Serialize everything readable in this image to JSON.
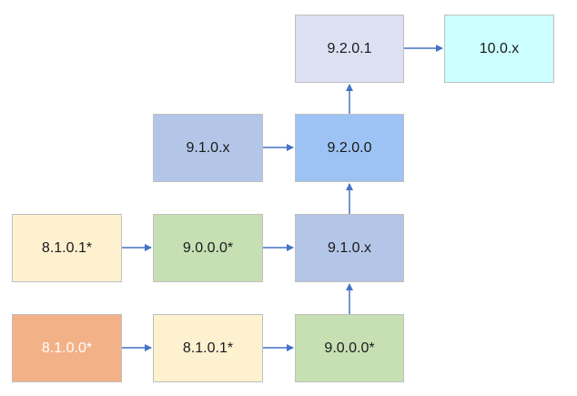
{
  "colors": {
    "peach": "#fdf1d0",
    "orange": "#f3b188",
    "green": "#c6e0b4",
    "steel": "#b4c6e7",
    "sky": "#9dc3f4",
    "lavender": "#dce0f2",
    "cyan": "#ccffff",
    "arrow": "#4472c4",
    "border": "#bfbfbf"
  },
  "nodes": {
    "n_9201": {
      "label": "9.2.0.1"
    },
    "n_10x": {
      "label": "10.0.x"
    },
    "n_910x_top": {
      "label": "9.1.0.x"
    },
    "n_9200": {
      "label": "9.2.0.0"
    },
    "n_8101_mid": {
      "label": "8.1.0.1*"
    },
    "n_9000_mid": {
      "label": "9.0.0.0*"
    },
    "n_910x_mid": {
      "label": "9.1.0.x"
    },
    "n_8100": {
      "label": "8.1.0.0*"
    },
    "n_8101_bot": {
      "label": "8.1.0.1*"
    },
    "n_9000_bot": {
      "label": "9.0.0.0*"
    }
  }
}
